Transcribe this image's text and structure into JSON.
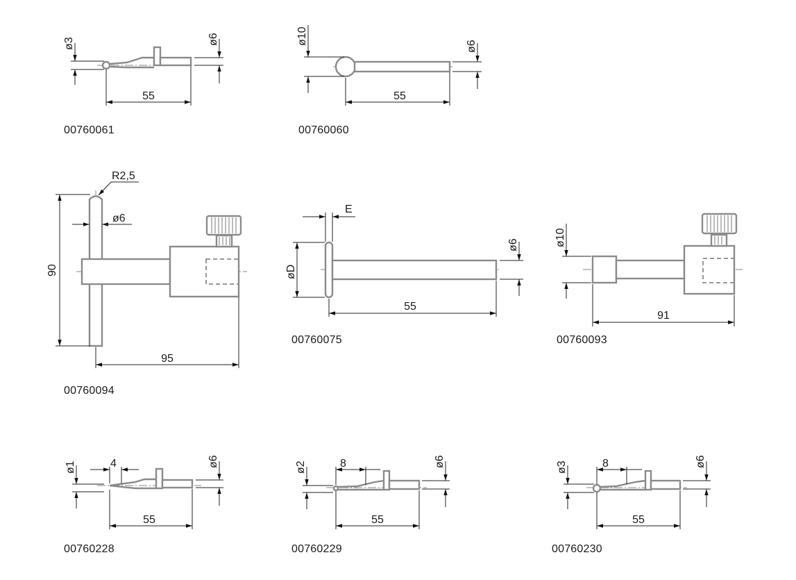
{
  "parts": [
    {
      "code": "00760061",
      "dims": {
        "length": "55",
        "tip": "ø3",
        "shank": "ø6"
      }
    },
    {
      "code": "00760060",
      "dims": {
        "length": "55",
        "tip": "ø10",
        "shank": "ø6"
      }
    },
    {
      "code": "00760094",
      "dims": {
        "length": "95",
        "height": "90",
        "radius": "R2,5",
        "rod": "ø6"
      }
    },
    {
      "code": "00760075",
      "dims": {
        "length": "55",
        "disc": "øD",
        "thickness": "E",
        "shank": "ø6"
      }
    },
    {
      "code": "00760093",
      "dims": {
        "length": "91",
        "tip": "ø10"
      }
    },
    {
      "code": "00760228",
      "dims": {
        "length": "55",
        "tip": "ø1",
        "taper": "4",
        "shank": "ø6"
      }
    },
    {
      "code": "00760229",
      "dims": {
        "length": "55",
        "tip": "ø2",
        "taper": "8",
        "shank": "ø6"
      }
    },
    {
      "code": "00760230",
      "dims": {
        "length": "55",
        "tip": "ø3",
        "taper": "8",
        "shank": "ø6"
      }
    }
  ]
}
